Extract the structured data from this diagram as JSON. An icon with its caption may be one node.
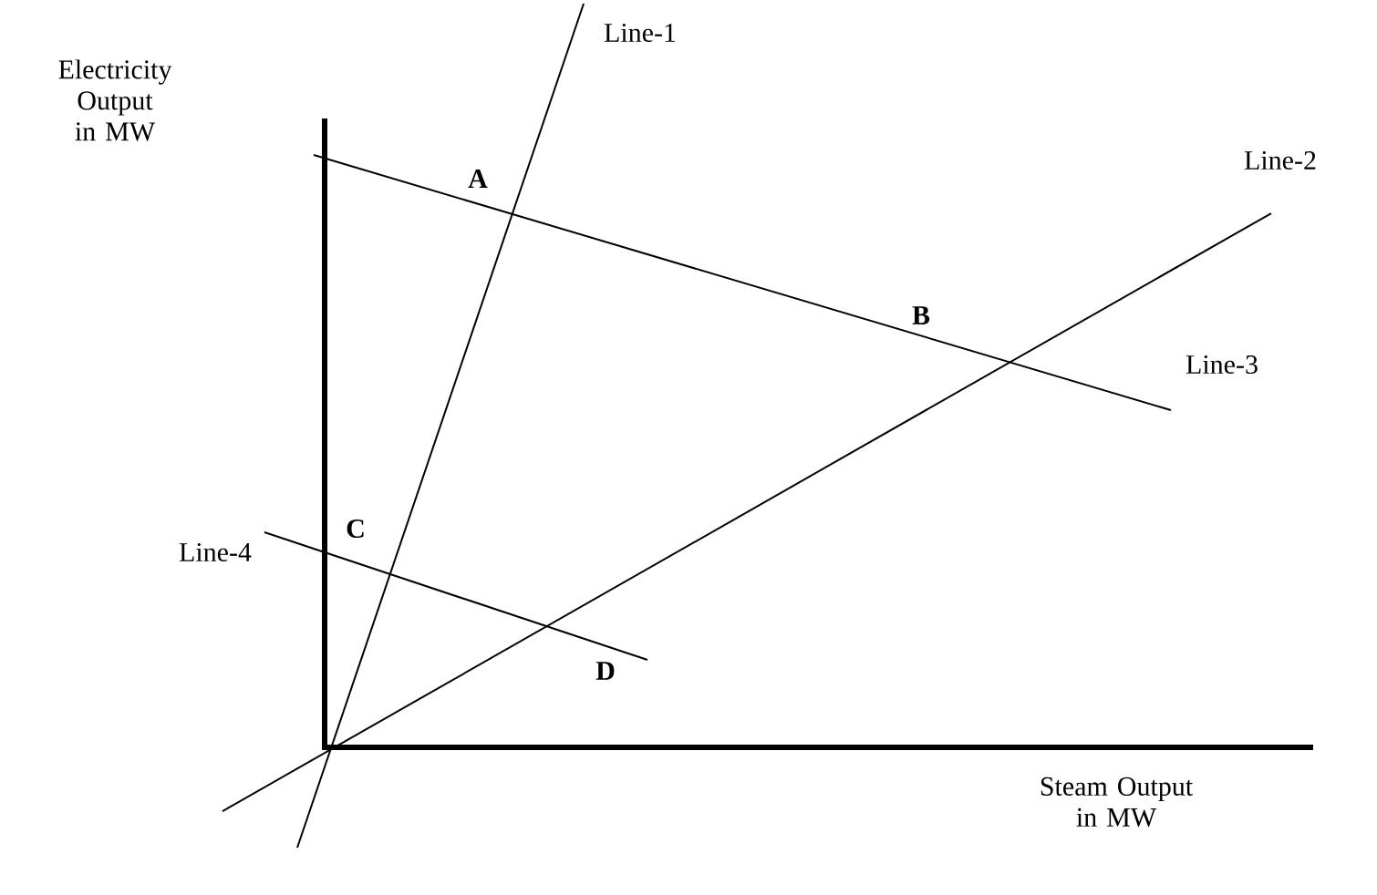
{
  "diagram": {
    "labels": [
      "Electricity Output in MW",
      "Line-1",
      "A",
      "Line-2",
      "B",
      "Line-3",
      "C",
      "Line-4",
      "D",
      "Steam Output in MW"
    ]
  }
}
